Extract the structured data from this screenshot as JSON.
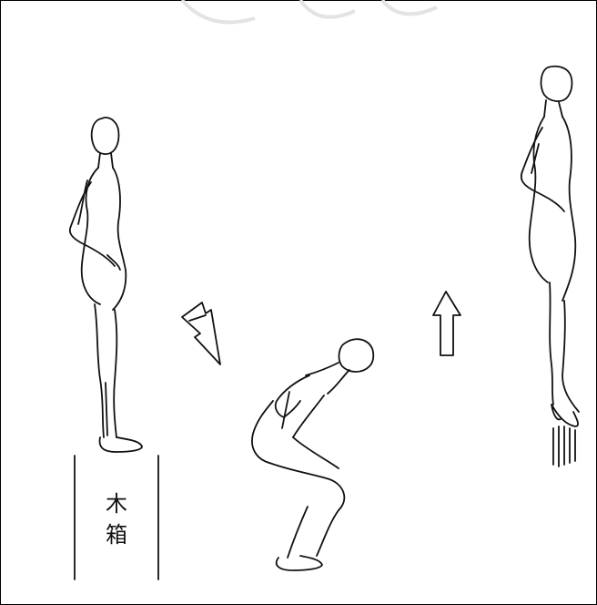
{
  "diagram": {
    "box_label_lines": [
      "木",
      "箱"
    ],
    "colors": {
      "line": "#111111",
      "background": "#ffffff",
      "frame": "#000000",
      "watermark": "#e3e3e3"
    },
    "icons": {
      "arrow_down": "down-left-arrow-icon",
      "arrow_up": "up-arrow-icon"
    },
    "stages": [
      "standing-on-box",
      "squat-landing",
      "vertical-jump"
    ]
  }
}
